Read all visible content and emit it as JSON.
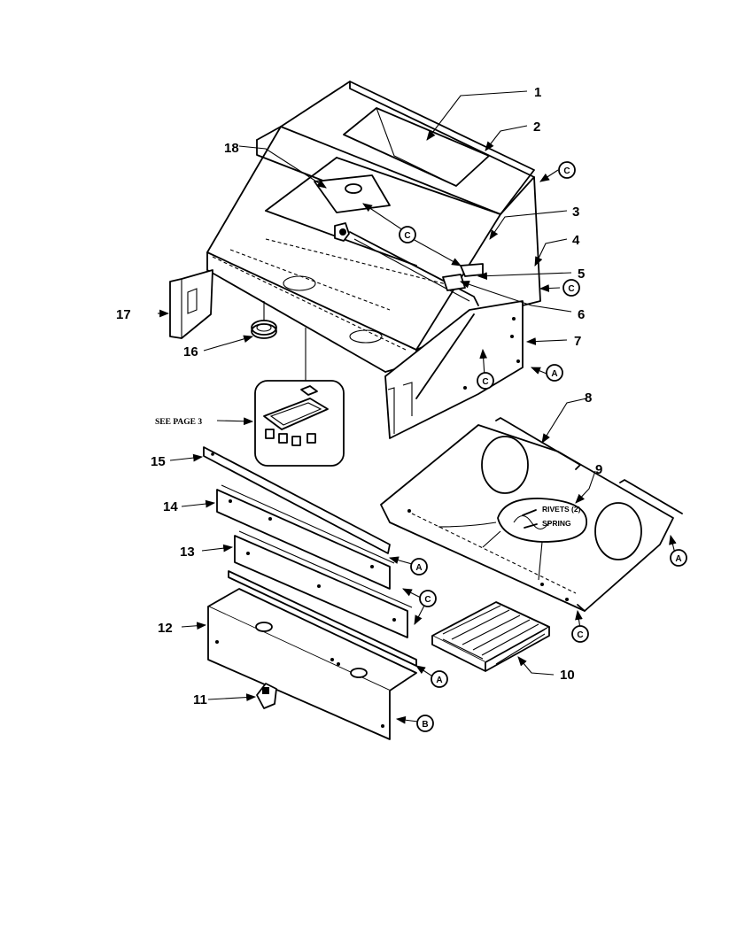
{
  "parts": [
    {
      "id": "part-1",
      "label": "1"
    },
    {
      "id": "part-2",
      "label": "2"
    },
    {
      "id": "part-3",
      "label": "3"
    },
    {
      "id": "part-4",
      "label": "4"
    },
    {
      "id": "part-5",
      "label": "5"
    },
    {
      "id": "part-6",
      "label": "6"
    },
    {
      "id": "part-7",
      "label": "7"
    },
    {
      "id": "part-8",
      "label": "8"
    },
    {
      "id": "part-9",
      "label": "9"
    },
    {
      "id": "part-10",
      "label": "10"
    },
    {
      "id": "part-11",
      "label": "11"
    },
    {
      "id": "part-12",
      "label": "12"
    },
    {
      "id": "part-13",
      "label": "13"
    },
    {
      "id": "part-14",
      "label": "14"
    },
    {
      "id": "part-15",
      "label": "15"
    },
    {
      "id": "part-16",
      "label": "16"
    },
    {
      "id": "part-17",
      "label": "17"
    },
    {
      "id": "part-18",
      "label": "18"
    }
  ],
  "connectors": {
    "a": "A",
    "b": "B",
    "c": "C"
  },
  "notes": {
    "see_page": "SEE PAGE 3",
    "rivets": "RIVETS (2)",
    "spring": "SPRING"
  }
}
